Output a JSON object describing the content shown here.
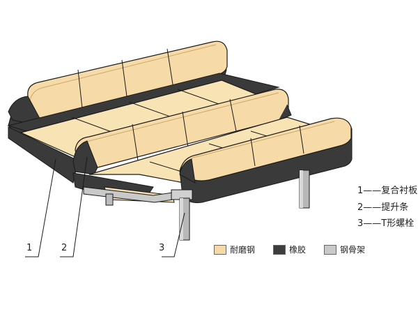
{
  "callouts": [
    {
      "num": "1",
      "dash": "——",
      "text": "复合衬板"
    },
    {
      "num": "2",
      "dash": "——",
      "text": "提升条"
    },
    {
      "num": "3",
      "dash": "——",
      "text": "T形螺栓"
    }
  ],
  "leader_numbers": [
    "1",
    "2",
    "3"
  ],
  "legend": [
    {
      "label": "耐磨钢",
      "color": "#f6d9a8"
    },
    {
      "label": "橡胶",
      "color": "#3d3d3d"
    },
    {
      "label": "钢骨架",
      "color": "#c9c9c9"
    }
  ],
  "colors": {
    "steel_face": "#f8e2b0",
    "steel_top": "#fbe9c0",
    "rubber": "#3a3a3a",
    "frame": "#c9c9c9",
    "outline": "#1a1a1a"
  }
}
